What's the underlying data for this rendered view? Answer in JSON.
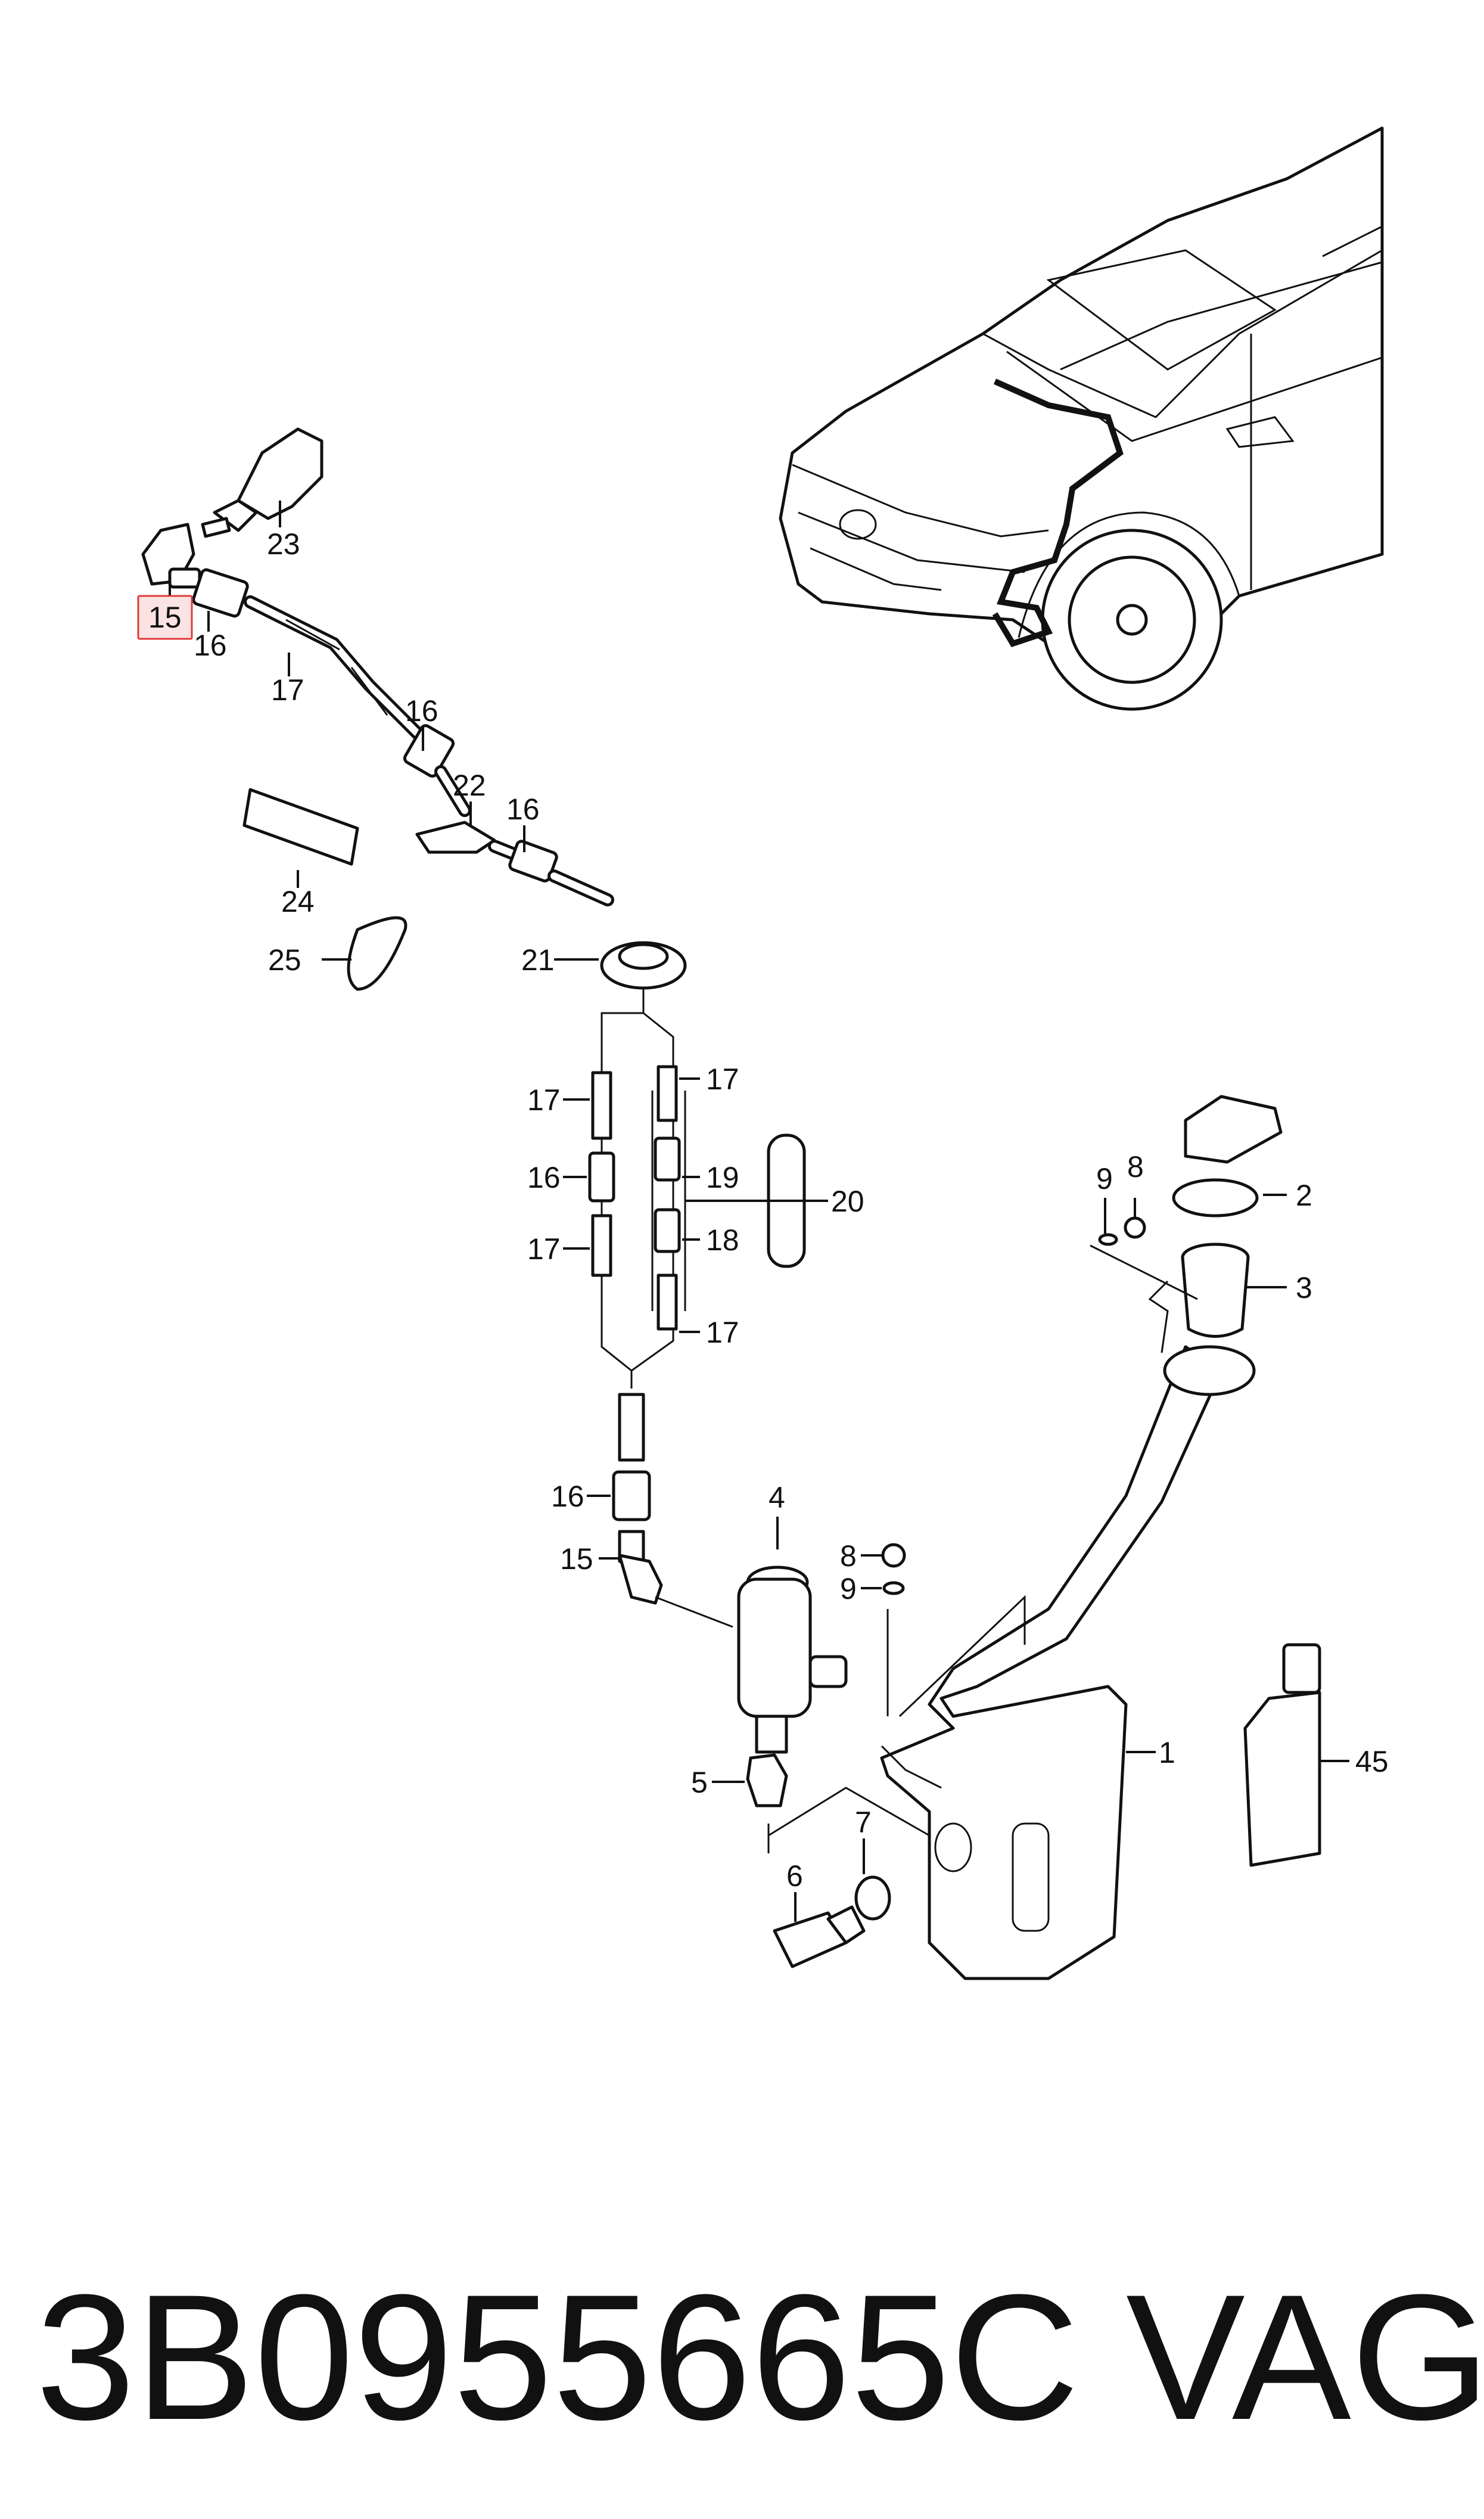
{
  "callouts": {
    "c1": "1",
    "c2": "2",
    "c3": "3",
    "c4": "4",
    "c5": "5",
    "c6": "6",
    "c7": "7",
    "c8a": "8",
    "c8b": "8",
    "c9a": "9",
    "c9b": "9",
    "c15a": "15",
    "c15b": "15",
    "c16a": "16",
    "c16b": "16",
    "c16c": "16",
    "c16d": "16",
    "c16e": "16",
    "c17a": "17",
    "c17b": "17",
    "c17c": "17",
    "c17d": "17",
    "c17e": "17",
    "c18": "18",
    "c19": "19",
    "c20": "20",
    "c21": "21",
    "c22": "22",
    "c23": "23",
    "c24": "24",
    "c25": "25",
    "c45": "45"
  },
  "highlight": {
    "color": "#e23b3b",
    "fill": "#fbe3e3",
    "part": "15"
  },
  "footer": {
    "part_number": "3B0955665C",
    "brand": "VAG"
  }
}
